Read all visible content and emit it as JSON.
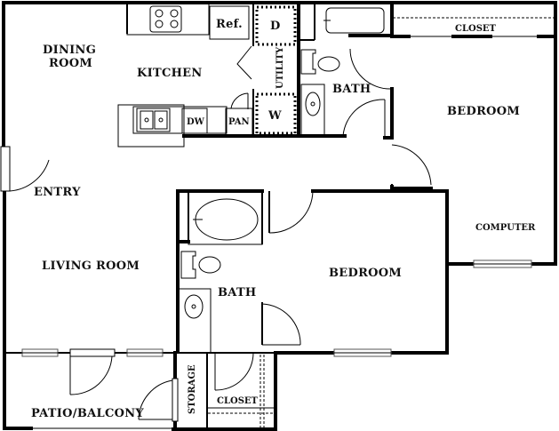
{
  "floor_plan": {
    "rooms": {
      "dining_room": [
        "DINING",
        "ROOM"
      ],
      "kitchen": "KITCHEN",
      "entry": "ENTRY",
      "living_room": "LIVING ROOM",
      "patio_balcony": "PATIO/BALCONY",
      "storage": "STORAGE",
      "closet_lower": "CLOSET",
      "bath_lower": "BATH",
      "bedroom_lower": "BEDROOM",
      "computer": "COMPUTER",
      "bedroom_upper": "BEDROOM",
      "closet_upper": "CLOSET",
      "bath_upper": "BATH",
      "utility": "UTILITY"
    },
    "fixtures": {
      "refrigerator": "Ref.",
      "dryer": "D",
      "washer": "W",
      "dishwasher": "DW",
      "pantry": "PAN"
    }
  }
}
